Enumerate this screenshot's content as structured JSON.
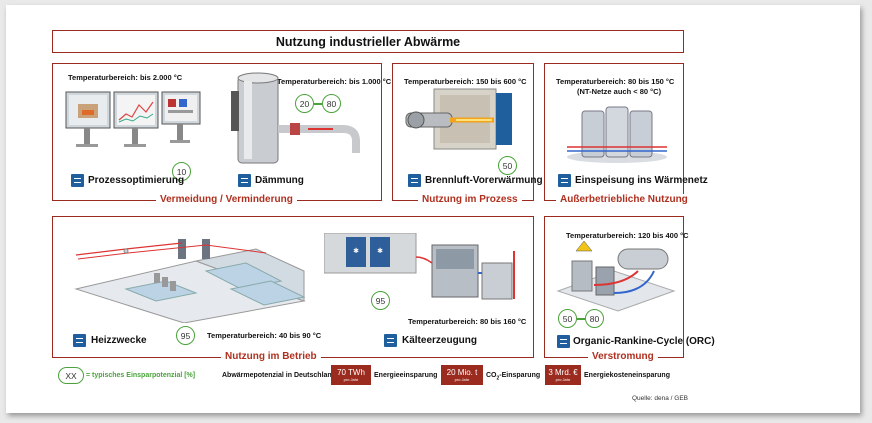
{
  "title": "Nutzung industrieller Abwärme",
  "sections": {
    "vermeidung": "Vermeidung / Verminderung",
    "prozess": "Nutzung im Prozess",
    "ausserbetrieblich": "Außerbetriebliche Nutzung",
    "betrieb": "Nutzung im Betrieb",
    "verstromung": "Verstromung"
  },
  "items": {
    "prozessoptimierung": {
      "temp": "Temperaturbereich: bis 2.000 °C",
      "label": "Prozessoptimierung",
      "potential": "10"
    },
    "daemmung": {
      "temp": "Temperaturbereich: bis 1.000 °C",
      "label": "Dämmung",
      "potential_from": "20",
      "potential_to": "80"
    },
    "brennluft": {
      "temp": "Temperaturbereich: 150 bis 600 °C",
      "label": "Brennluft-Vorerwärmung",
      "potential": "50"
    },
    "waermenetz": {
      "temp": "Temperaturbereich: 80 bis 150 °C",
      "temp_note": "(NT-Netze auch < 80 °C)",
      "label": "Einspeisung ins Wärmenetz"
    },
    "heizzwecke": {
      "temp": "Temperaturbereich: 40 bis 90 °C",
      "label": "Heizzwecke",
      "potential": "95"
    },
    "kaelte": {
      "temp": "Temperaturbereich: 80 bis 160 °C",
      "label": "Kälteerzeugung",
      "potential": "95"
    },
    "orc": {
      "temp": "Temperaturbereich: 120 bis 400 °C",
      "label": "Organic-Rankine-Cycle (ORC)",
      "potential_from": "50",
      "potential_to": "80"
    }
  },
  "legend": {
    "badge": "XX",
    "badge_text": "= typisches Einsparpotenzial [%]",
    "potential_label": "Abwärmepotenzial in Deutschland:",
    "chips": [
      {
        "value": "70 TWh",
        "sub": "pro Jahr",
        "text": "Energieeinsparung"
      },
      {
        "value": "20 Mio. t",
        "sub": "pro Jahr",
        "text_pre": "CO",
        "text_sub": "2",
        "text_post": "-Einsparung"
      },
      {
        "value": "3 Mrd. €",
        "sub": "pro Jahr",
        "text": "Energiekosteneinsparung"
      }
    ]
  },
  "source": "Quelle: dena / GEB",
  "colors": {
    "frame": "#9b2a1f",
    "caption": "#b0301f",
    "badge": "#4aa33a",
    "icon": "#1f5f9e"
  }
}
